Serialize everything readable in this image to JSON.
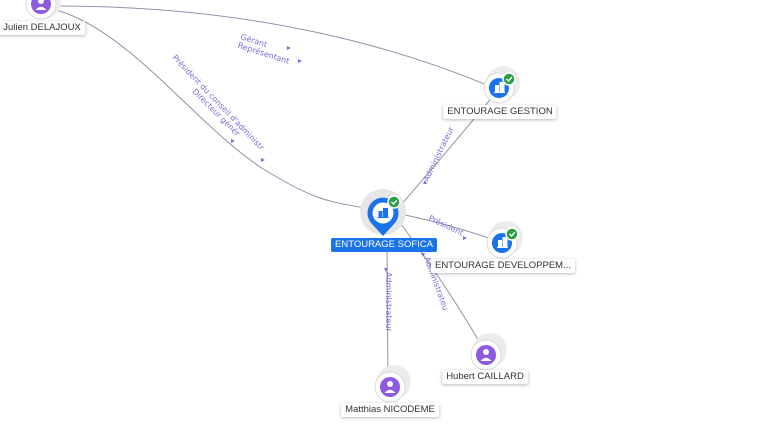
{
  "colors": {
    "company": "#1a73e8",
    "person": "#8e5be0",
    "edge": "#8a95a8",
    "edge_label": "#7a6fd6",
    "check": "#2e9d4a"
  },
  "nodes": {
    "julien": {
      "label": "Julien DELAJOUX",
      "kind": "person",
      "icon": "person-icon"
    },
    "gestion": {
      "label": "ENTOURAGE GESTION",
      "kind": "company",
      "icon": "building-icon",
      "verified": true
    },
    "sofica": {
      "label": "ENTOURAGE SOFICA",
      "kind": "company",
      "icon": "building-icon",
      "verified": true,
      "selected": true
    },
    "developpement": {
      "label": "ENTOURAGE DEVELOPPEM...",
      "kind": "company",
      "icon": "building-icon",
      "verified": true
    },
    "hubert": {
      "label": "Hubert CAILLARD",
      "kind": "person",
      "icon": "person-icon"
    },
    "matthias": {
      "label": "Matthias NICODEME",
      "kind": "person",
      "icon": "person-icon"
    }
  },
  "edges": {
    "julien_gestion": {
      "label_1": "Gérant",
      "label_2": "Représentant"
    },
    "julien_sofica": {
      "label_1": "Président du conseil d'administration",
      "label_2": "Directeur général"
    },
    "sofica_gestion": {
      "label_1": "Administrateur"
    },
    "sofica_developpement": {
      "label_1": "Président"
    },
    "sofica_hubert": {
      "label_1": "Administrateur"
    },
    "sofica_matthias": {
      "label_1": "Administrateur"
    }
  }
}
